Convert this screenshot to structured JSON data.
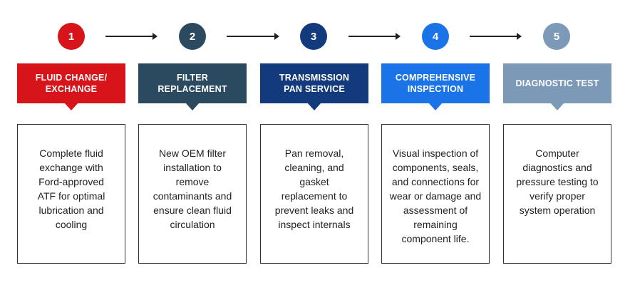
{
  "steps": [
    {
      "number": "1",
      "title": "FLUID CHANGE/ EXCHANGE",
      "description": "Complete fluid exchange with Ford-approved ATF for optimal lubrication and cooling",
      "color": "#d7141a"
    },
    {
      "number": "2",
      "title": "FILTER REPLACEMENT",
      "description": "New OEM filter installation to remove contaminants and ensure clean fluid circulation",
      "color": "#2c4a5f"
    },
    {
      "number": "3",
      "title": "TRANSMISSION PAN SERVICE",
      "description": "Pan removal, cleaning, and gasket replacement to prevent leaks and inspect internals",
      "color": "#133a7c"
    },
    {
      "number": "4",
      "title": "COMPREHENSIVE INSPECTION",
      "description": "Visual inspection of components, seals, and connections for wear or damage and assessment of remaining component life.",
      "color": "#1a74e8"
    },
    {
      "number": "5",
      "title": "DIAGNOSTIC TEST",
      "description": "Computer diagnostics and pressure testing to verify proper system operation",
      "color": "#7c9ab8"
    }
  ]
}
